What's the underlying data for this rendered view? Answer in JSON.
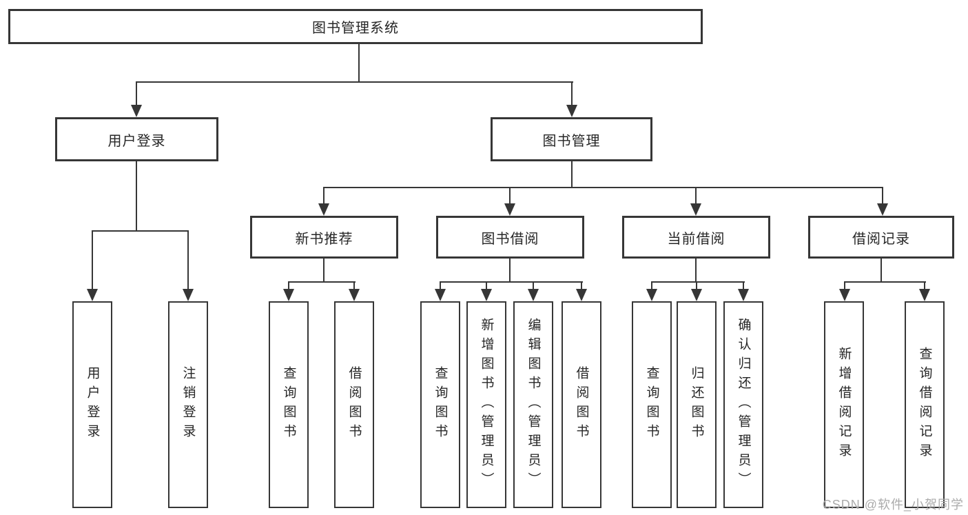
{
  "nodes": {
    "root": "图书管理系统",
    "user_login": "用户登录",
    "book_management": "图书管理",
    "new_book_recommend": "新书推荐",
    "book_borrow": "图书借阅",
    "current_borrow": "当前借阅",
    "borrow_records": "借阅记录",
    "leaf_user_login": "用户登录",
    "leaf_logout": "注销登录",
    "leaf_nb_query_books": "查询图书",
    "leaf_nb_borrow_books": "借阅图书",
    "leaf_bb_query_books": "查询图书",
    "leaf_bb_add_books": "新增图书（管理员）",
    "leaf_bb_edit_books": "编辑图书（管理员）",
    "leaf_bb_borrow_books": "借阅图书",
    "leaf_cb_query_books": "查询图书",
    "leaf_cb_return_books": "归还图书",
    "leaf_cb_confirm_return": "确认归还（管理员）",
    "leaf_br_add_record": "新增借阅记录",
    "leaf_br_query_record": "查询借阅记录"
  },
  "watermark": "CSDN @软件_小贺同学",
  "colors": {
    "line": "#363636",
    "text": "#262626",
    "watermark": "#ababab",
    "background": "#ffffff"
  }
}
